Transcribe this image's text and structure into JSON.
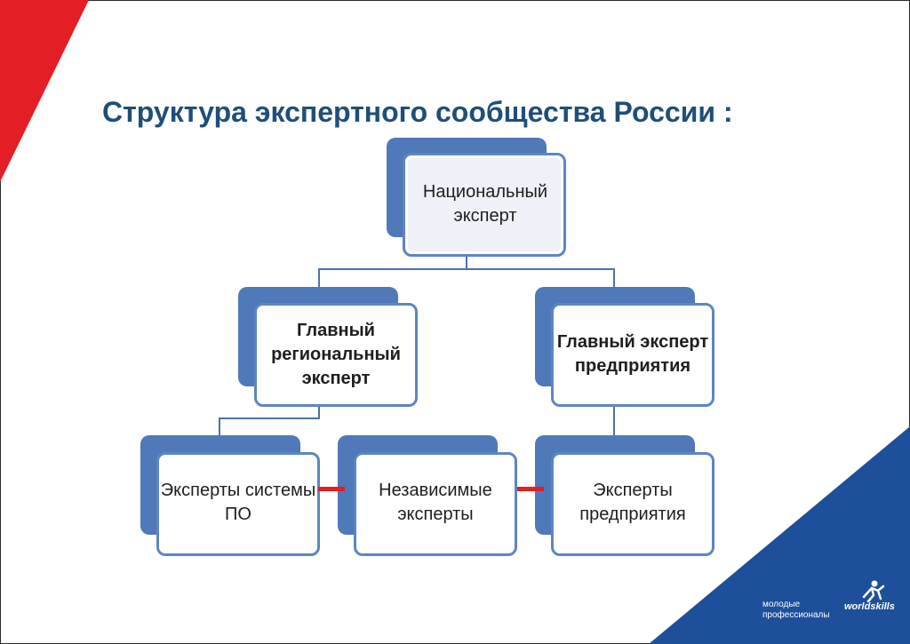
{
  "slide": {
    "title": "Структура экспертного сообщества России :"
  },
  "boxes": {
    "national_expert": "Национальный эксперт",
    "chief_regional_expert": "Главный региональный эксперт",
    "chief_enterprise_expert": "Главный эксперт предприятия",
    "vocational_experts": "Эксперты системы ПО",
    "independent_experts": "Независимые эксперты",
    "enterprise_experts": "Эксперты предприятия"
  },
  "logo": {
    "tagline": "молодые профессионалы",
    "brand": "worldskills"
  },
  "colors": {
    "title": "#1f4e79",
    "box_border": "#5e86c0",
    "box_shadow": "#4f79b8",
    "connector": "#4c72ad",
    "link_red": "#e31e24",
    "corner_red": "#e31e24",
    "corner_blue": "#1d4f9a"
  }
}
